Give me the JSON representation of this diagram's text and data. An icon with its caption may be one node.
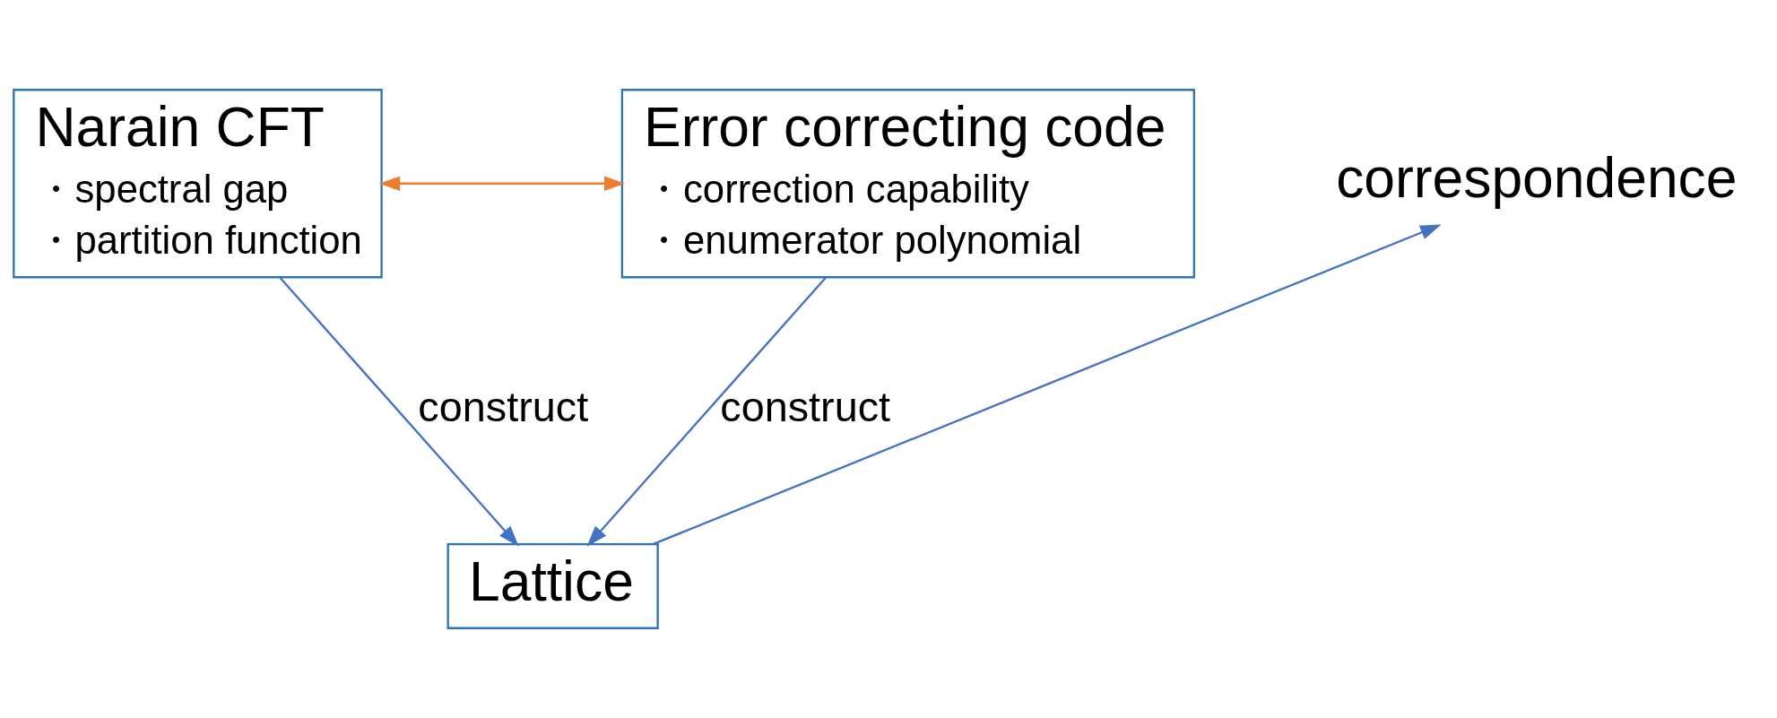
{
  "diagram": {
    "nodes": [
      {
        "text": [
          "Narain CFT",
          "・spectral gap",
          "・partition function"
        ]
      },
      {
        "text": [
          "Error correcting code",
          "・correction capability",
          "・enumerator polynomial"
        ]
      },
      {
        "text": [
          "correspondence"
        ]
      },
      {
        "text": [
          "Lattice"
        ]
      }
    ],
    "edges": [
      {
        "from": 0,
        "to": 1,
        "arrow": "both",
        "color": "#ed7d31"
      },
      {
        "from": 0,
        "to": 3,
        "arrow": "to",
        "label": "construct"
      },
      {
        "from": 3,
        "to": 2,
        "arrow": "to"
      },
      {
        "from": 1,
        "to": 3,
        "arrow": "to",
        "label": "construct"
      }
    ]
  }
}
